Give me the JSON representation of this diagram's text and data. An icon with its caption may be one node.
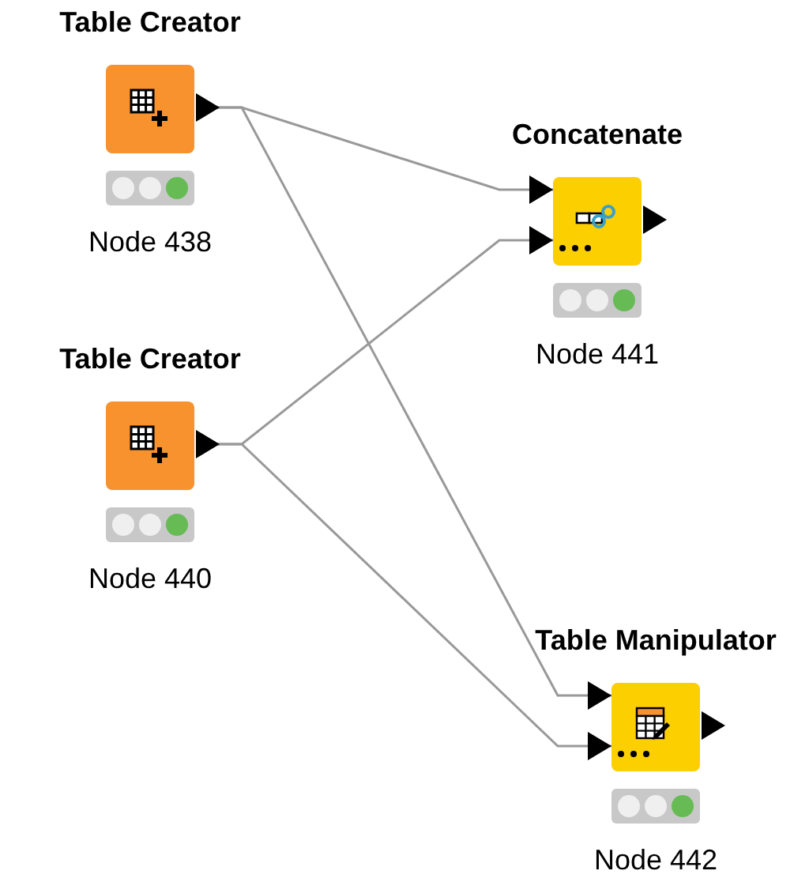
{
  "diagram": {
    "nodes": [
      {
        "text": [
          "Table Creator",
          "Node 438"
        ]
      },
      {
        "text": [
          "Table Creator",
          "Node 440"
        ]
      },
      {
        "text": [
          "Concatenate",
          "Node 441"
        ]
      },
      {
        "text": [
          "Table Manipulator",
          "Node 442"
        ]
      }
    ],
    "edges": [
      {
        "from": 0,
        "to": 2,
        "arrow": "to"
      },
      {
        "from": 0,
        "to": 3,
        "arrow": "to"
      },
      {
        "from": 1,
        "to": 2,
        "arrow": "to"
      },
      {
        "from": 1,
        "to": 3,
        "arrow": "to"
      }
    ]
  }
}
